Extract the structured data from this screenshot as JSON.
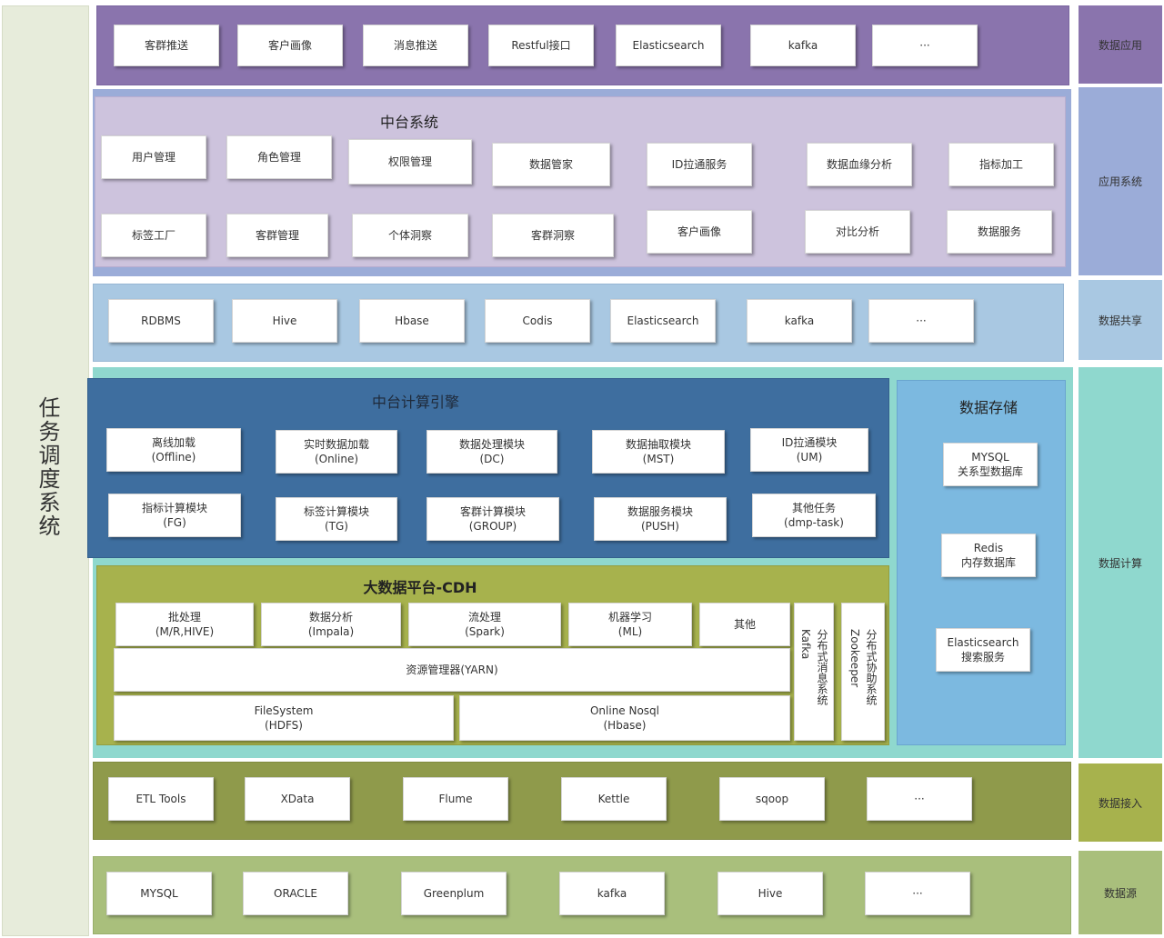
{
  "left_panel": {
    "title": "任务调度系统"
  },
  "right_labels": {
    "data_app": "数据应用",
    "app_system": "应用系统",
    "data_share": "数据共享",
    "data_compute": "数据计算",
    "data_ingest": "数据接入",
    "data_source": "数据源"
  },
  "data_app": {
    "items": [
      "客群推送",
      "客户画像",
      "消息推送",
      "Restful接口",
      "Elasticsearch",
      "kafka",
      "···"
    ]
  },
  "mid_platform": {
    "title": "中台系统",
    "row1": [
      "用户管理",
      "角色管理",
      "权限管理",
      "数据管家",
      "ID拉通服务",
      "数据血缘分析",
      "指标加工"
    ],
    "row2": [
      "标签工厂",
      "客群管理",
      "个体洞察",
      "客群洞察",
      "客户画像",
      "对比分析",
      "数据服务"
    ]
  },
  "data_share": {
    "items": [
      "RDBMS",
      "Hive",
      "Hbase",
      "Codis",
      "Elasticsearch",
      "kafka",
      "···"
    ]
  },
  "compute_engine": {
    "title": "中台计算引擎",
    "row1": [
      "离线加载\n(Offline)",
      "实时数据加载\n(Online)",
      "数据处理模块\n(DC)",
      "数据抽取模块\n(MST)",
      "ID拉通模块\n(UM)"
    ],
    "row2": [
      "指标计算模块\n(FG)",
      "标签计算模块\n(TG)",
      "客群计算模块\n(GROUP)",
      "数据服务模块\n(PUSH)",
      "其他任务\n(dmp-task)"
    ]
  },
  "storage": {
    "title": "数据存储",
    "items": [
      "MYSQL\n关系型数据库",
      "Redis\n内存数据库",
      "Elasticsearch\n搜索服务"
    ]
  },
  "cdh": {
    "title": "大数据平台-CDH",
    "compute": [
      "批处理\n(M/R,HIVE)",
      "数据分析\n(Impala)",
      "流处理\n(Spark)",
      "机器学习\n(ML)",
      "其他"
    ],
    "yarn": "资源管理器(YARN)",
    "hdfs": "FileSystem\n(HDFS)",
    "hbase": "Online Nosql\n(Hbase)",
    "kafka_cn": "分布式消息系统",
    "kafka_en": "Kafka",
    "zk_cn": "分布式协助系统",
    "zk_en": "Zookeeper"
  },
  "data_ingest": {
    "items": [
      "ETL Tools",
      "XData",
      "Flume",
      "Kettle",
      "sqoop",
      "···"
    ]
  },
  "data_source": {
    "items": [
      "MYSQL",
      "ORACLE",
      "Greenplum",
      "kafka",
      "Hive",
      "···"
    ]
  },
  "colors": {
    "left": "#e7ecdb",
    "purple": "#8a74ad",
    "lavender": "#cdc3dd",
    "lightblue": "#a9bfdc",
    "teal": "#8fd3cc",
    "navy": "#3e6e9f",
    "skyblue": "#7cb9e0",
    "olive": "#a7b24d",
    "darkolive": "#8f9a4b",
    "sage": "#a9bf7c"
  }
}
